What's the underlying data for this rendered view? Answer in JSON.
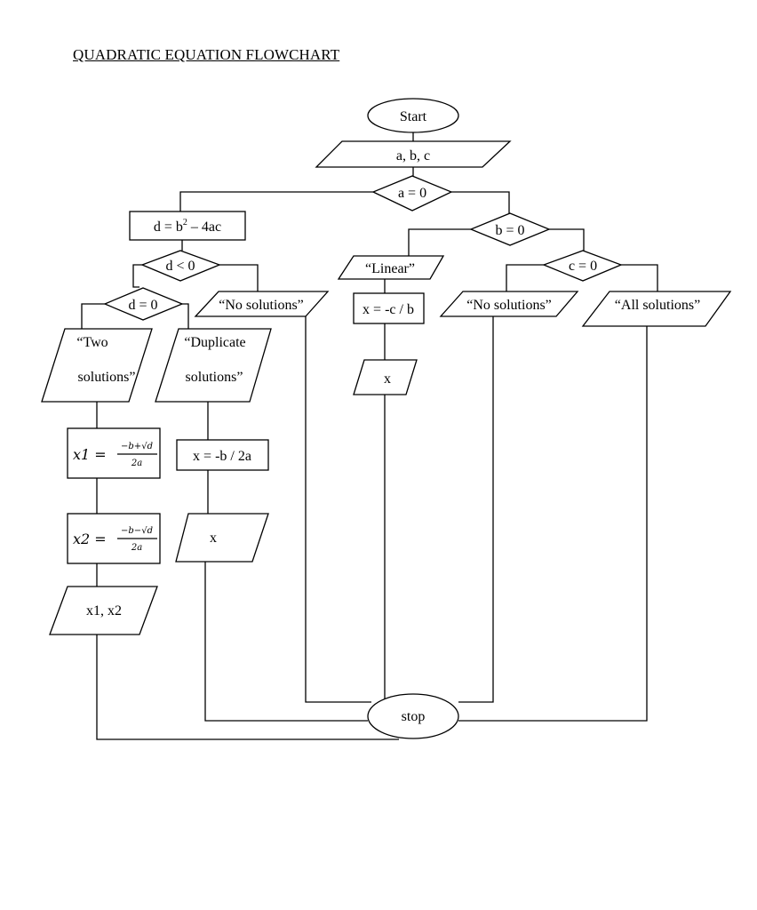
{
  "title": "QUADRATIC EQUATION FLOWCHART",
  "nodes": {
    "start": "Start",
    "input": "a, b, c",
    "a_zero": "a = 0",
    "disc_base": "d = b",
    "disc_exp": "2",
    "disc_rest": " – 4ac",
    "d_less": "d < 0",
    "d_zero": "d = 0",
    "no_solutions_left": "“No solutions”",
    "two_solutions_1": "“Two",
    "two_solutions_2": "solutions”",
    "duplicate_1": "“Duplicate",
    "duplicate_2": "solutions”",
    "x1_lhs": "x1 =",
    "x1_num": "−b+√d",
    "x1_den": "2a",
    "x2_lhs": "x2 =",
    "x2_num": "−b−√d",
    "x2_den": "2a",
    "x1x2_out": "x1, x2",
    "dup_calc": "x = -b / 2a",
    "dup_out": "x",
    "b_zero": "b = 0",
    "linear": "“Linear”",
    "lin_calc": "x = -c / b",
    "lin_out": "x",
    "c_zero": "c = 0",
    "no_solutions_right": "“No solutions”",
    "all_solutions": "“All solutions”",
    "stop": "stop"
  }
}
